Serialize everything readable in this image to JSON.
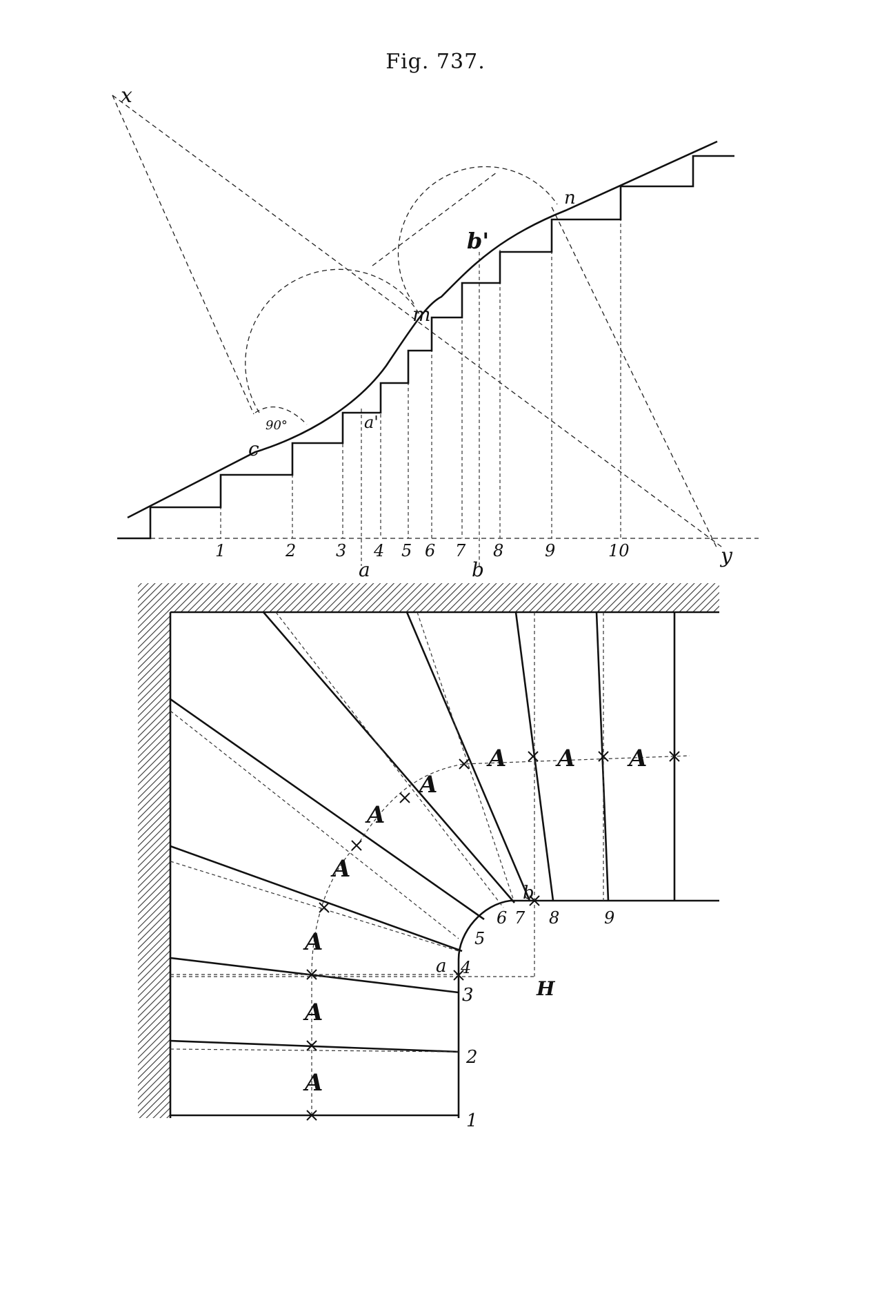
{
  "figure": {
    "title": "Fig. 737."
  },
  "elevation": {
    "point_labels": {
      "x": "x",
      "y": "y",
      "c": "c",
      "m": "m",
      "n": "n",
      "b1": "b'",
      "a1": "a'",
      "angle": "90°"
    },
    "station_labels": [
      "1",
      "2",
      "3",
      "4",
      "5",
      "6",
      "7",
      "8",
      "9",
      "10"
    ],
    "axis_labels": {
      "a": "a",
      "b": "b"
    }
  },
  "plan": {
    "walkline_label": "A",
    "step_labels": [
      "1",
      "2",
      "3",
      "4",
      "5",
      "6",
      "7",
      "8",
      "9"
    ],
    "point_labels": {
      "a": "a",
      "b": "b",
      "H": "H"
    }
  },
  "colors": {
    "ink": "#111111",
    "paper": "#ffffff",
    "hatch": "#333333"
  }
}
